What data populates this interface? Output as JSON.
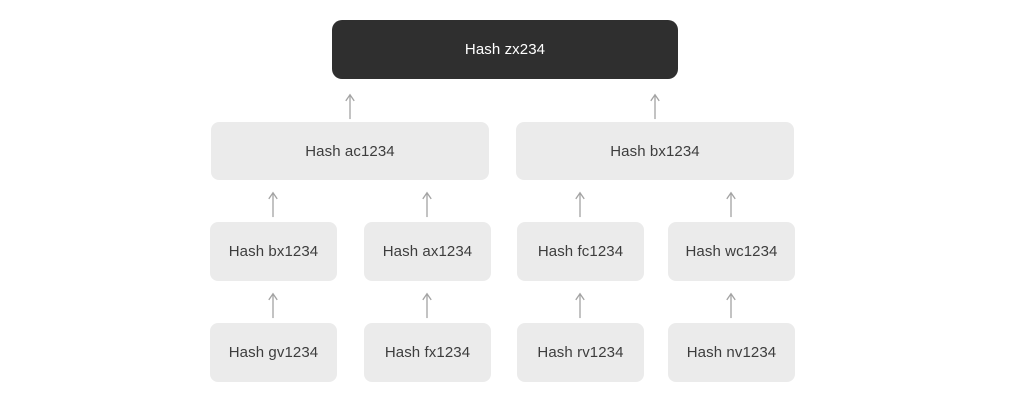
{
  "diagram": {
    "type": "hash-tree",
    "colors": {
      "background": "#ffffff",
      "root_node_bg": "#2f2f2f",
      "root_node_text": "#ffffff",
      "node_bg": "#ebebeb",
      "node_text": "#3d3d3d",
      "arrow": "#a3a3a3"
    },
    "rows": [
      {
        "nodes": [
          {
            "label": "Hash zx234",
            "variant": "dark"
          }
        ]
      },
      {
        "nodes": [
          {
            "label": "Hash ac1234"
          },
          {
            "label": "Hash bx1234"
          }
        ]
      },
      {
        "nodes": [
          {
            "label": "Hash bx1234"
          },
          {
            "label": "Hash ax1234"
          },
          {
            "label": "Hash fc1234"
          },
          {
            "label": "Hash wc1234"
          }
        ]
      },
      {
        "nodes": [
          {
            "label": "Hash gv1234"
          },
          {
            "label": "Hash fx1234"
          },
          {
            "label": "Hash rv1234"
          },
          {
            "label": "Hash nv1234"
          }
        ]
      }
    ]
  }
}
